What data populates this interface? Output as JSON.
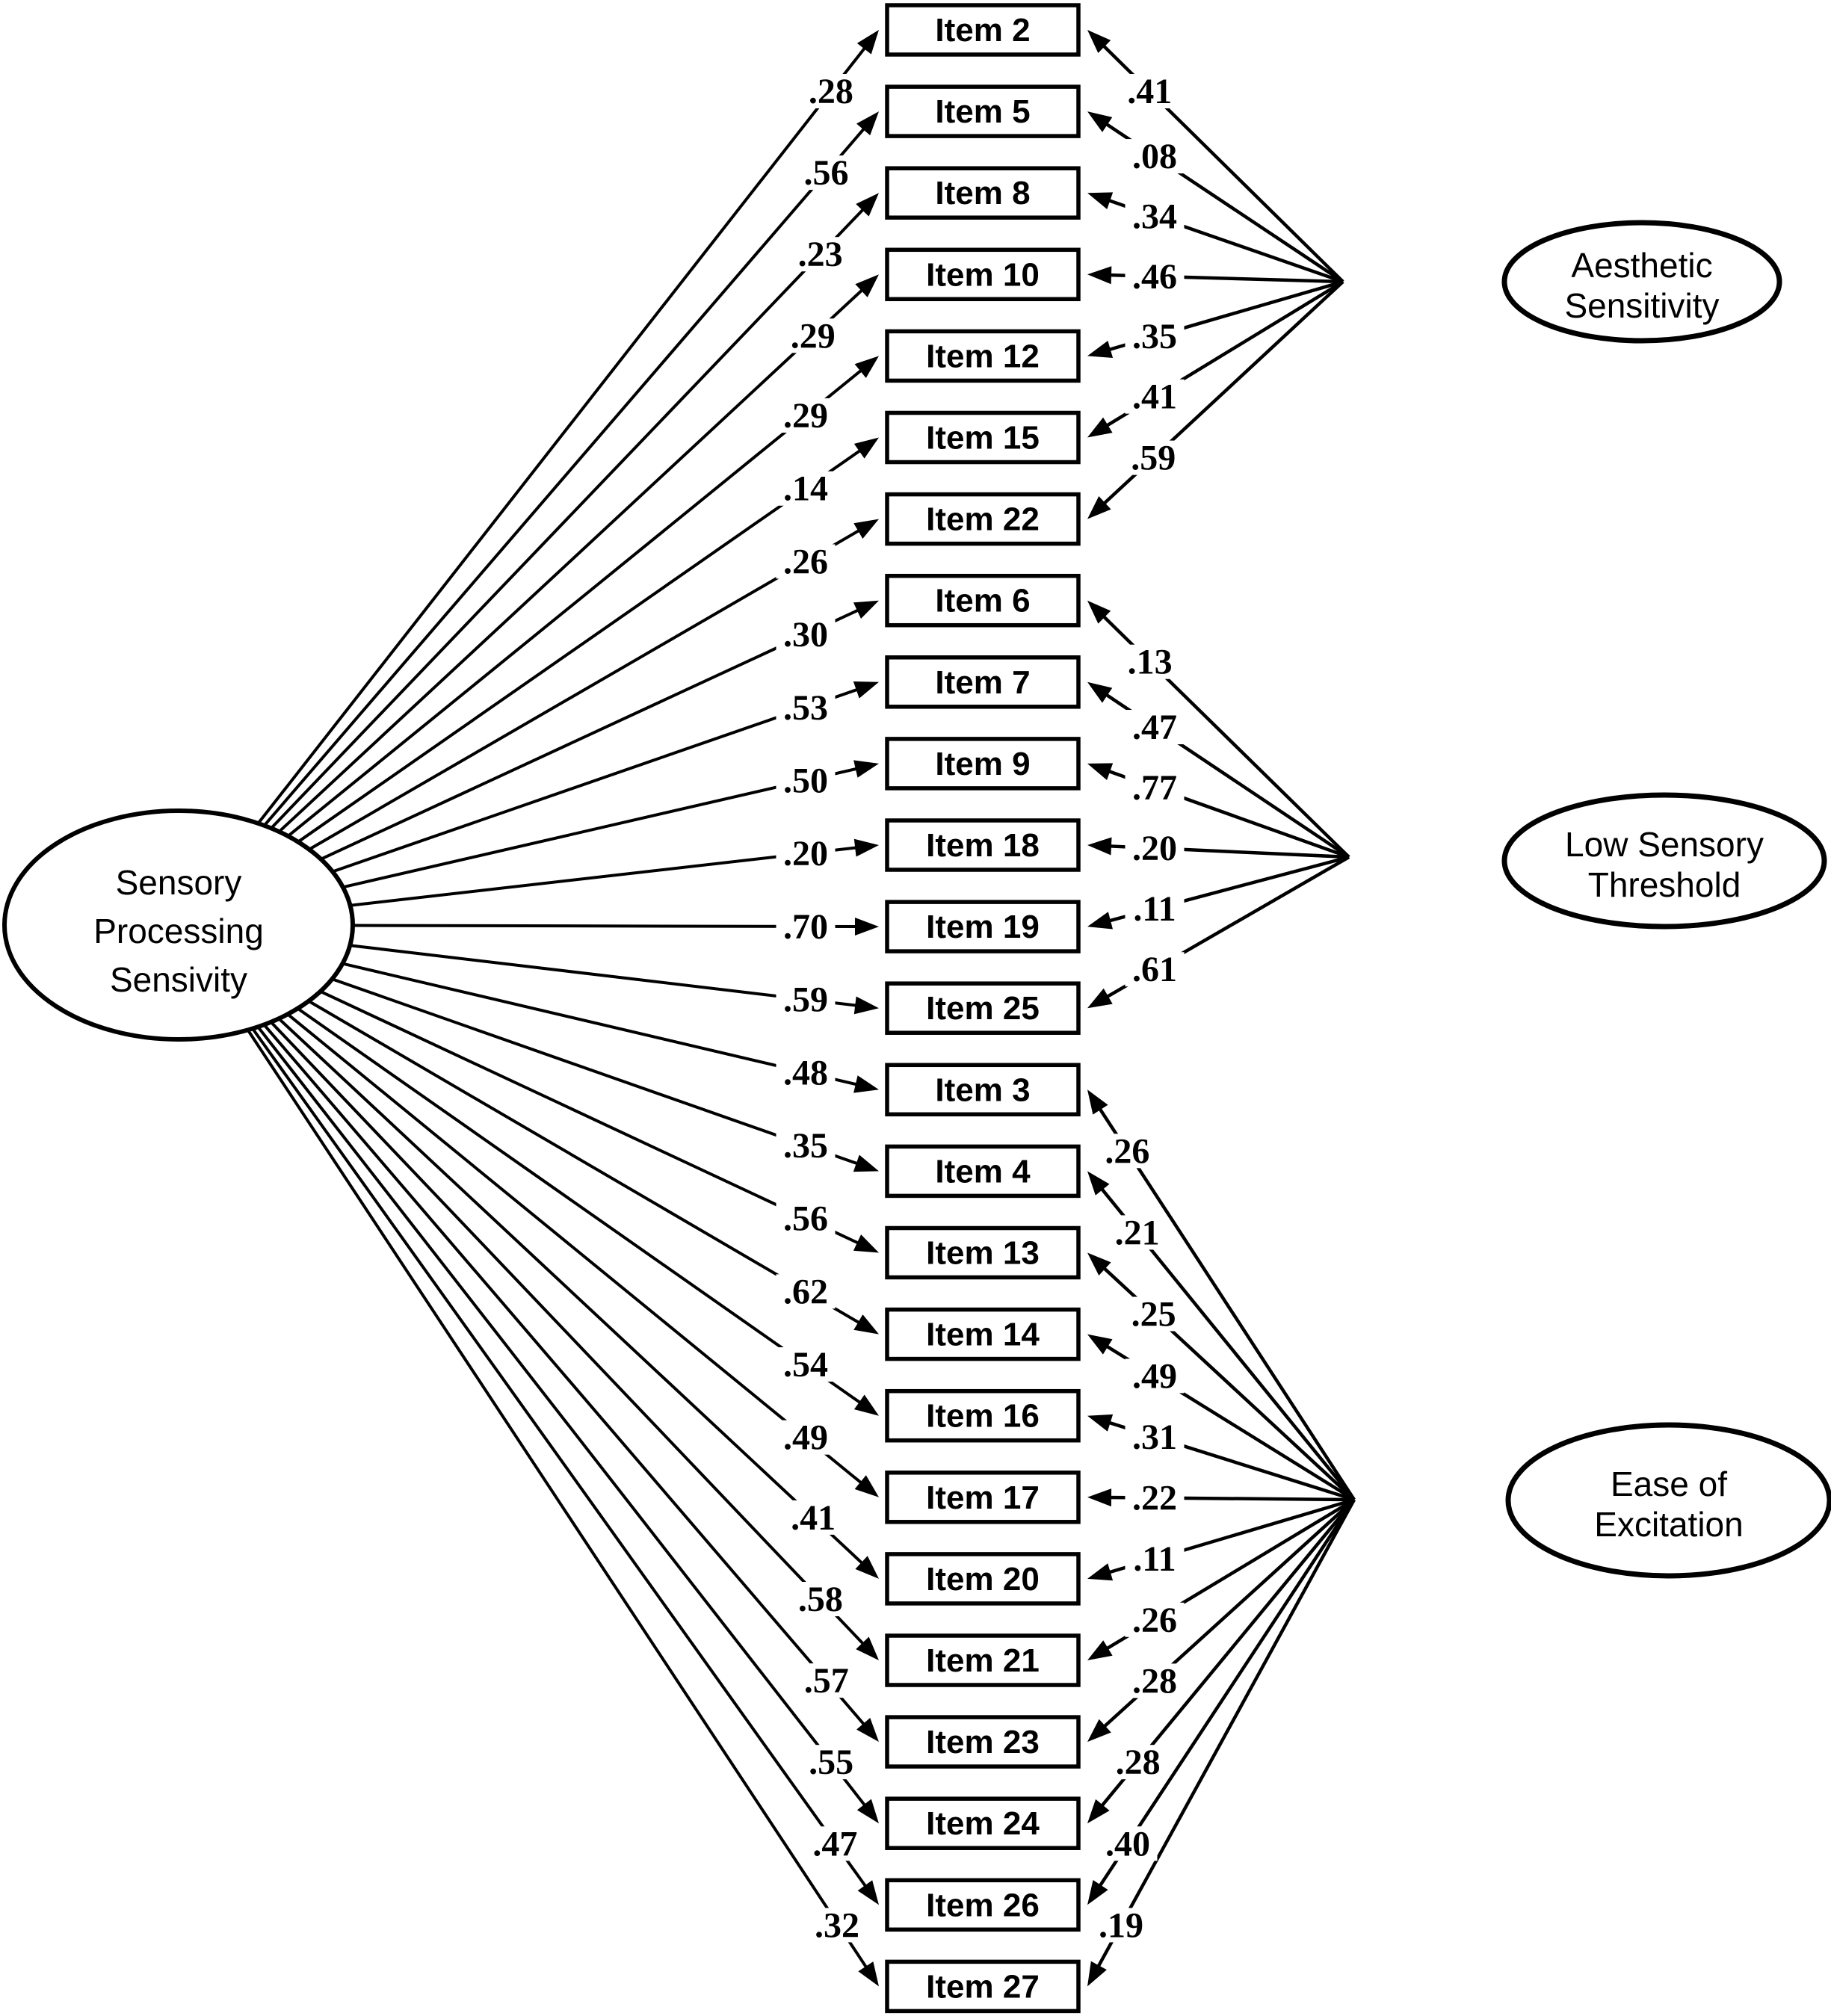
{
  "diagram_type": "confirmatory-factor-analysis-path-diagram",
  "sps": {
    "label_lines": [
      "Sensory",
      "Processing",
      "Sensivity"
    ]
  },
  "factors": [
    {
      "id": "aesthetic",
      "label_lines": [
        "Aesthetic",
        "Sensitivity"
      ]
    },
    {
      "id": "low_sensory",
      "label_lines": [
        "Low Sensory",
        "Threshold"
      ]
    },
    {
      "id": "ease",
      "label_lines": [
        "Ease of",
        "Excitation"
      ]
    }
  ],
  "items": [
    {
      "label": "Item 2",
      "left_loading": ".28",
      "right_loading": ".41",
      "factor": "aesthetic"
    },
    {
      "label": "Item 5",
      "left_loading": ".56",
      "right_loading": ".08",
      "factor": "aesthetic"
    },
    {
      "label": "Item 8",
      "left_loading": ".23",
      "right_loading": ".34",
      "factor": "aesthetic"
    },
    {
      "label": "Item 10",
      "left_loading": ".29",
      "right_loading": ".46",
      "factor": "aesthetic"
    },
    {
      "label": "Item 12",
      "left_loading": ".29",
      "right_loading": ".35",
      "factor": "aesthetic"
    },
    {
      "label": "Item 15",
      "left_loading": ".14",
      "right_loading": ".41",
      "factor": "aesthetic"
    },
    {
      "label": "Item 22",
      "left_loading": ".26",
      "right_loading": ".59",
      "factor": "aesthetic"
    },
    {
      "label": "Item 6",
      "left_loading": ".30",
      "right_loading": ".13",
      "factor": "low_sensory"
    },
    {
      "label": "Item 7",
      "left_loading": ".53",
      "right_loading": ".47",
      "factor": "low_sensory"
    },
    {
      "label": "Item 9",
      "left_loading": ".50",
      "right_loading": ".77",
      "factor": "low_sensory"
    },
    {
      "label": "Item 18",
      "left_loading": ".20",
      "right_loading": ".20",
      "factor": "low_sensory"
    },
    {
      "label": "Item 19",
      "left_loading": ".70",
      "right_loading": ".11",
      "factor": "low_sensory"
    },
    {
      "label": "Item 25",
      "left_loading": ".59",
      "right_loading": ".61",
      "factor": "low_sensory"
    },
    {
      "label": "Item 3",
      "left_loading": ".48",
      "right_loading": ".26",
      "factor": "ease"
    },
    {
      "label": "Item 4",
      "left_loading": ".35",
      "right_loading": ".21",
      "factor": "ease"
    },
    {
      "label": "Item 13",
      "left_loading": ".56",
      "right_loading": ".25",
      "factor": "ease"
    },
    {
      "label": "Item 14",
      "left_loading": ".62",
      "right_loading": ".49",
      "factor": "ease"
    },
    {
      "label": "Item 16",
      "left_loading": ".54",
      "right_loading": ".31",
      "factor": "ease"
    },
    {
      "label": "Item 17",
      "left_loading": ".49",
      "right_loading": ".22",
      "factor": "ease"
    },
    {
      "label": "Item 20",
      "left_loading": ".41",
      "right_loading": ".11",
      "factor": "ease"
    },
    {
      "label": "Item 21",
      "left_loading": ".58",
      "right_loading": ".26",
      "factor": "ease"
    },
    {
      "label": "Item 23",
      "left_loading": ".57",
      "right_loading": ".28",
      "factor": "ease"
    },
    {
      "label": "Item 24",
      "left_loading": ".55",
      "right_loading": ".28",
      "factor": "ease"
    },
    {
      "label": "Item 26",
      "left_loading": ".47",
      "right_loading": ".40",
      "factor": "ease"
    },
    {
      "label": "Item 27",
      "left_loading": ".32",
      "right_loading": ".19",
      "factor": "ease"
    }
  ],
  "colors": {
    "ink": "#000000",
    "background": "#ffffff"
  }
}
